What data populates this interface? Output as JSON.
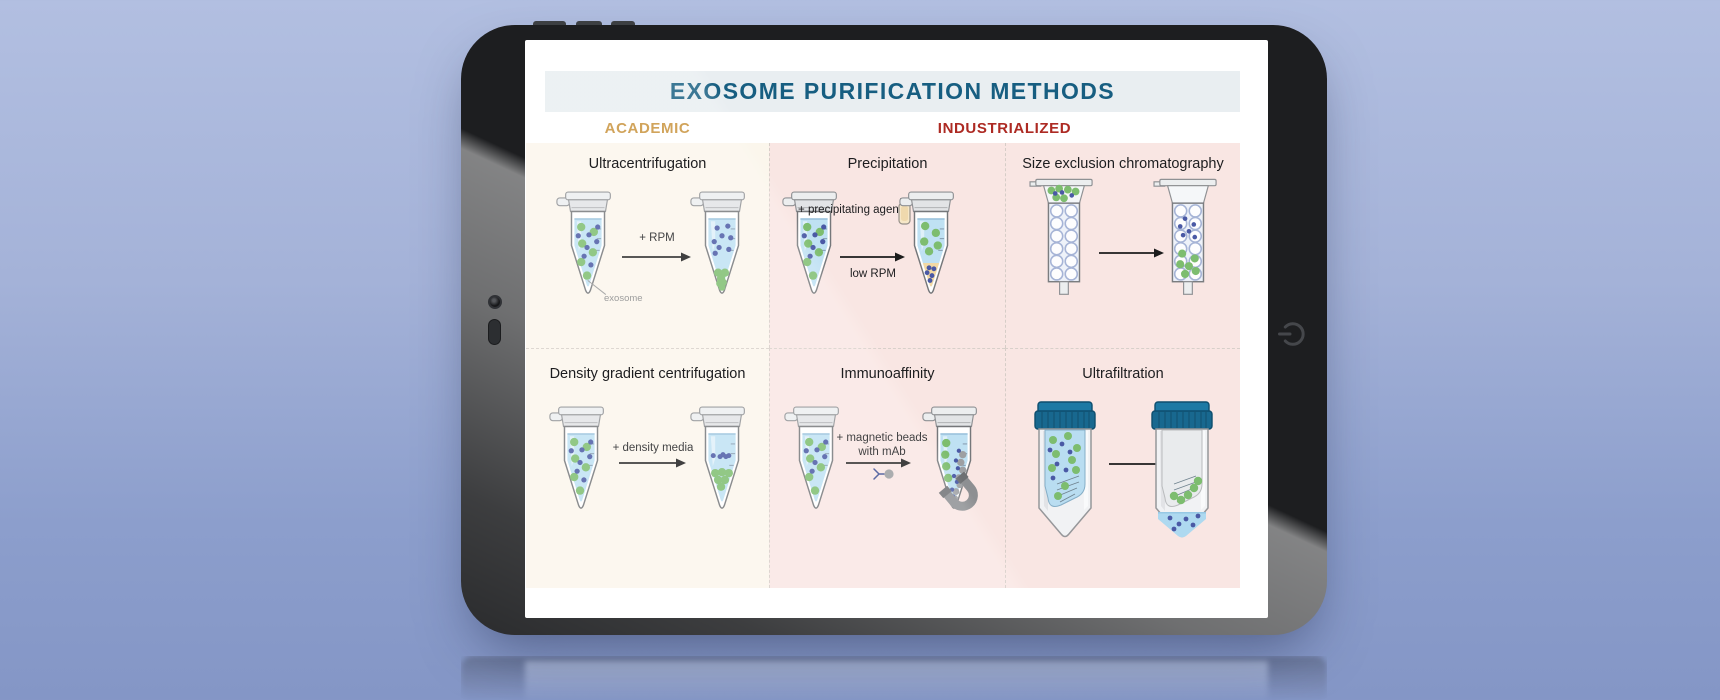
{
  "infographic": {
    "title": "EXOSOME PURIFICATION METHODS",
    "sections": {
      "academic": "ACADEMIC",
      "industrialized": "INDUSTRIALIZED"
    },
    "panels": {
      "ultracentrifugation": {
        "title": "Ultracentrifugation",
        "arrow_label": "+ RPM",
        "callout": "exosome"
      },
      "precipitation": {
        "title": "Precipitation",
        "arrow_label": "+ precipitating agent",
        "arrow_sublabel": "low RPM"
      },
      "size_exclusion": {
        "title": "Size exclusion chromatography"
      },
      "density_gradient": {
        "title": "Density gradient centrifugation",
        "arrow_label": "+ density media"
      },
      "immunoaffinity": {
        "title": "Immunoaffinity",
        "arrow_label": "+ magnetic beads with mAb"
      },
      "ultrafiltration": {
        "title": "Ultrafiltration"
      }
    },
    "colors": {
      "title_text": "#175e81",
      "academic_text": "#c8923c",
      "industrialized_text": "#ad2a23",
      "banner_bg": "#e9eef1",
      "academic_panel_bg": "#fbf6ec",
      "industrialized_panel_bg": "#f9e6e3",
      "exosome_green": "#7dbd6f",
      "particle_blue": "#4a59a5",
      "liquid_blue": "#bfe1f3",
      "pellet_yellow": "#f2d9a4",
      "filter_cap_teal": "#18688f"
    }
  }
}
